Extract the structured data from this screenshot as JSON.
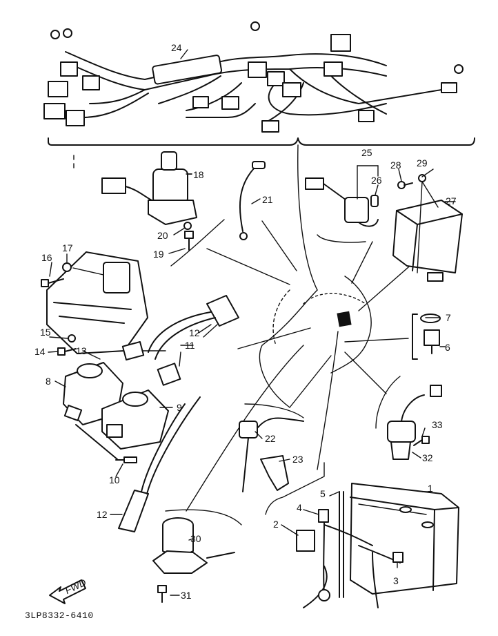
{
  "diagram": {
    "document_code": "3LP8332-6410",
    "fwd_label": "FWD",
    "callouts": [
      "1",
      "2",
      "3",
      "4",
      "5",
      "6",
      "7",
      "8",
      "9",
      "10",
      "11",
      "12",
      "13",
      "14",
      "15",
      "16",
      "17",
      "18",
      "19",
      "20",
      "21",
      "22",
      "23",
      "24",
      "25",
      "26",
      "27",
      "28",
      "29",
      "30",
      "31",
      "32",
      "33"
    ]
  }
}
